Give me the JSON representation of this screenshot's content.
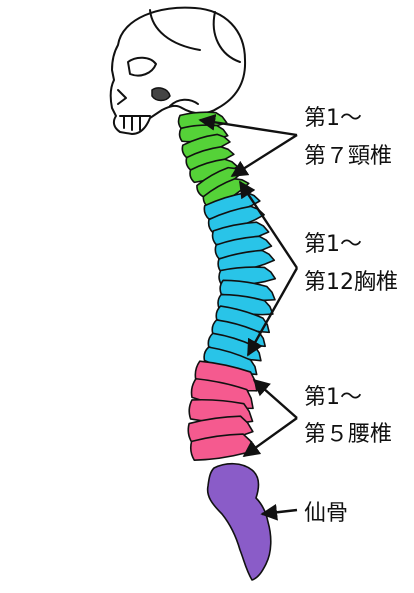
{
  "labels": {
    "cervical": {
      "line1": "第1〜",
      "line2": "第７頸椎"
    },
    "thoracic": {
      "line1": "第1〜",
      "line2": "第12胸椎"
    },
    "lumbar": {
      "line1": "第1〜",
      "line2": "第５腰椎"
    },
    "sacrum": {
      "text": "仙骨"
    }
  },
  "colors": {
    "cervical": "#55d238",
    "thoracic": "#29c4e8",
    "lumbar": "#f55a8f",
    "sacrum": "#8a5cc8",
    "outline": "#111111"
  },
  "counts": {
    "cervical": 7,
    "thoracic": 12,
    "lumbar": 5
  }
}
